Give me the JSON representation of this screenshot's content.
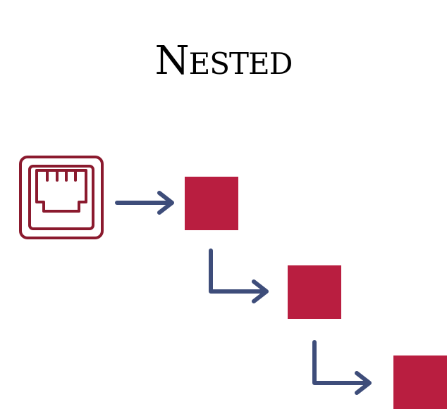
{
  "title": {
    "first_letter": "N",
    "rest": "ESTED"
  },
  "icons": {
    "source": "ethernet-port-icon"
  },
  "colors": {
    "port": "#8b1a2e",
    "box": "#b91e40",
    "arrow": "#3e4d7a",
    "background": "#ffffff",
    "text": "#000000"
  },
  "nodes": [
    "box-level-1",
    "box-level-2",
    "box-level-3"
  ]
}
